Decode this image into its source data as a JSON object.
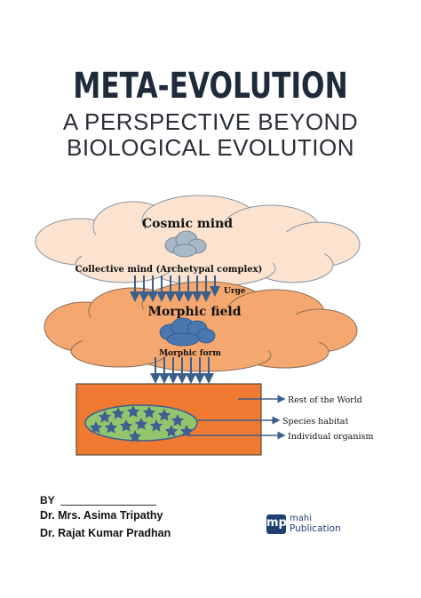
{
  "cover": {
    "title": "META-EVOLUTION",
    "subtitle_line1": "A PERSPECTIVE BEYOND",
    "subtitle_line2": "BIOLOGICAL EVOLUTION"
  },
  "diagram": {
    "cosmic_mind": "Cosmic mind",
    "collective_mind": "Collective mind (Archetypal complex)",
    "urge": "Urge",
    "morphic_field": "Morphic field",
    "morphic_form": "Morphic form",
    "rest_of_world": "Rest of the World",
    "species_habitat": "Species habitat",
    "individual_organism": "Individual organism",
    "colors": {
      "cloud_top": "#fbe3d0",
      "cloud_mid": "#f4a870",
      "small_cloud_grey": "#a9b8c6",
      "small_cloud_blue": "#4a77b0",
      "box": "#f17a32",
      "ellipse": "#93c56c",
      "star": "#3f5e93",
      "arrow": "#3c5e8a"
    }
  },
  "credits": {
    "by": "BY",
    "author1": "Dr. Mrs. Asima Tripathy",
    "author2": "Dr. Rajat Kumar Pradhan",
    "logo_mark": "mp",
    "publisher_line1": "mahi",
    "publisher_line2": "Publication"
  }
}
